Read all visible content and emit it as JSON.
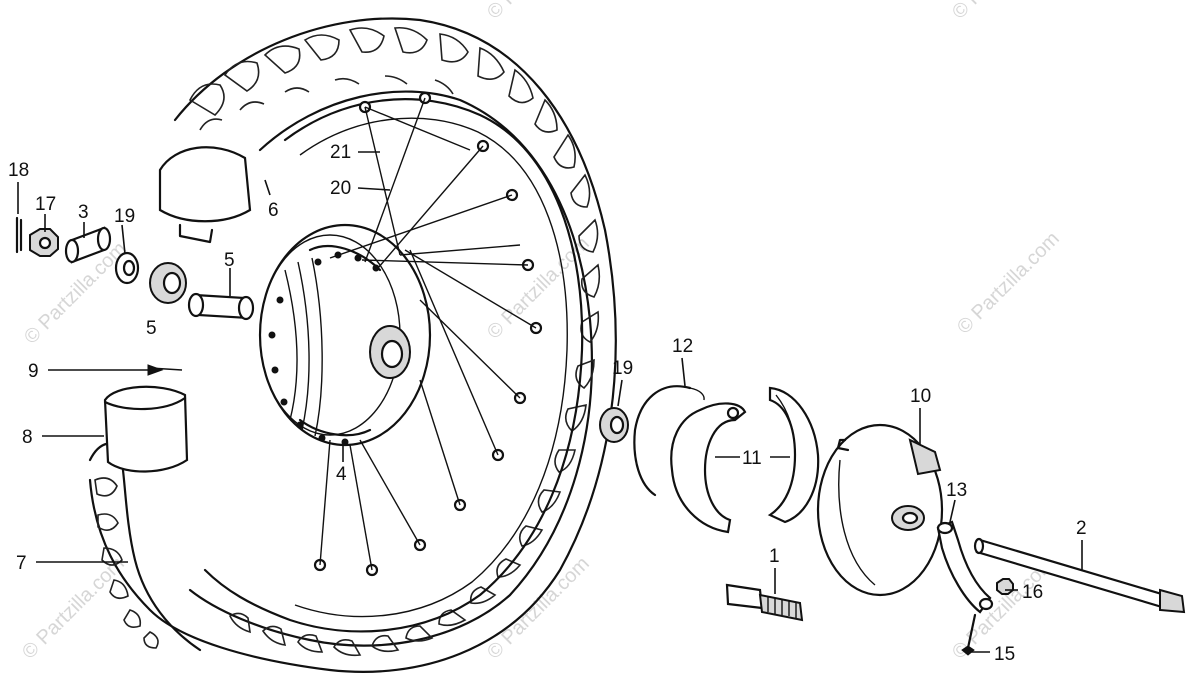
{
  "watermark": "© Partzilla.com",
  "callouts": [
    {
      "id": "c18",
      "text": "18"
    },
    {
      "id": "c17",
      "text": "17"
    },
    {
      "id": "c3",
      "text": "3"
    },
    {
      "id": "c19a",
      "text": "19"
    },
    {
      "id": "c5a",
      "text": "5"
    },
    {
      "id": "c5b",
      "text": "5"
    },
    {
      "id": "c6",
      "text": "6"
    },
    {
      "id": "c21",
      "text": "21"
    },
    {
      "id": "c20",
      "text": "20"
    },
    {
      "id": "c4",
      "text": "4"
    },
    {
      "id": "c9",
      "text": "9"
    },
    {
      "id": "c8",
      "text": "8"
    },
    {
      "id": "c7",
      "text": "7"
    },
    {
      "id": "c19b",
      "text": "19"
    },
    {
      "id": "c12",
      "text": "12"
    },
    {
      "id": "c11",
      "text": "11"
    },
    {
      "id": "c10",
      "text": "10"
    },
    {
      "id": "c13",
      "text": "13"
    },
    {
      "id": "c2",
      "text": "2"
    },
    {
      "id": "c16",
      "text": "16"
    },
    {
      "id": "c1",
      "text": "1"
    },
    {
      "id": "c15",
      "text": "15"
    }
  ]
}
